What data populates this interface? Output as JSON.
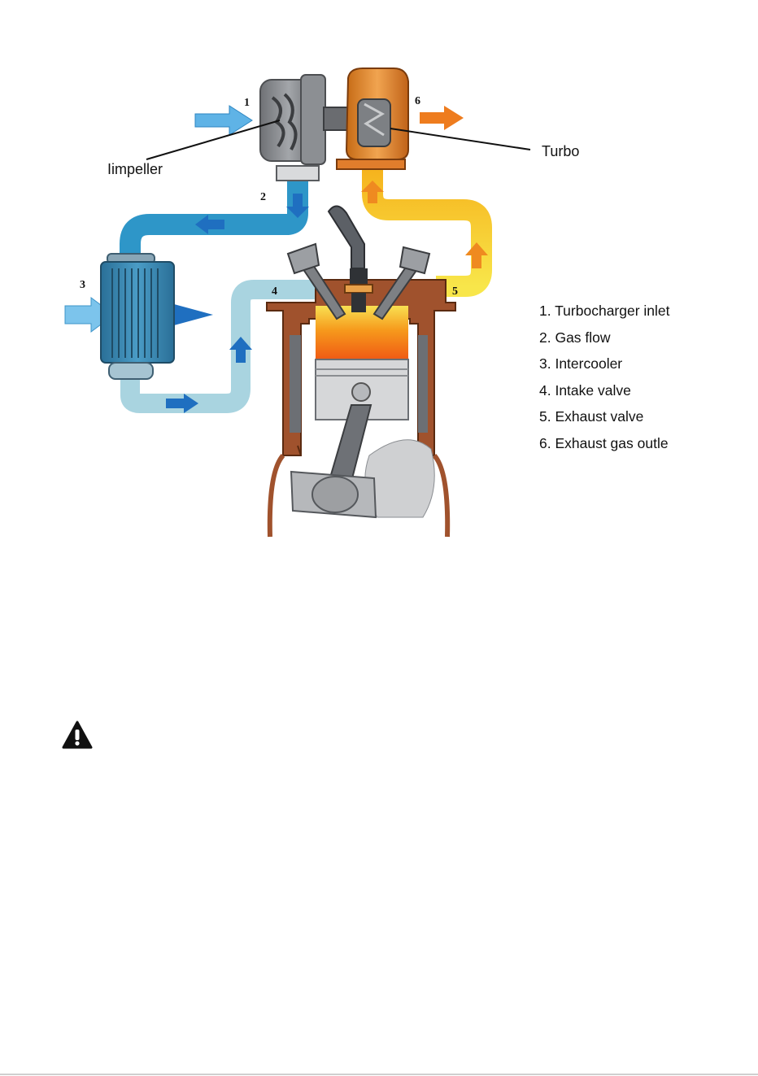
{
  "diagram": {
    "callouts": {
      "impeller": "Iimpeller",
      "turbo": "Turbo"
    },
    "markers": [
      "1",
      "2",
      "3",
      "4",
      "5",
      "6"
    ],
    "legend": [
      "1. Turbocharger inlet",
      "2. Gas flow",
      "3. Intercooler",
      "4. Intake valve",
      "5. Exhaust valve",
      "6. Exhaust gas outle"
    ],
    "colors": {
      "cold_air": "#5fb3e6",
      "pipe_cold": "#2e96c8",
      "pipe_cool": "#a9d4e0",
      "flow_arrow": "#1f6fc0",
      "hot_pipe": "#f6d22c",
      "exhaust_arrow": "#ee7c1e",
      "engine_block": "#a0522d",
      "combustion": "#f37a14"
    }
  },
  "warning_icon": "warning-triangle-icon"
}
